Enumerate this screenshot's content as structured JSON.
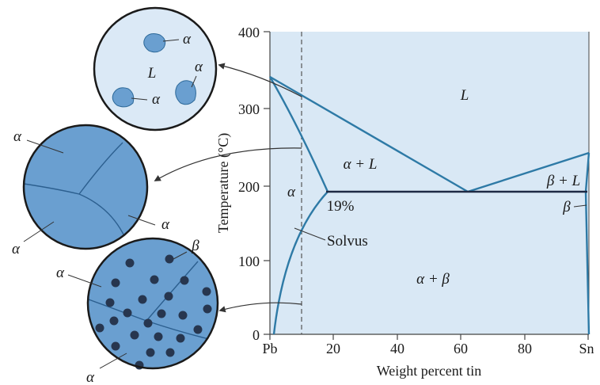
{
  "axes": {
    "x_label": "Weight percent tin",
    "y_label": "Temperature (°C)",
    "x_ticks": [
      "Pb",
      "20",
      "40",
      "60",
      "80",
      "Sn"
    ],
    "y_ticks": [
      "0",
      "100",
      "200",
      "300",
      "400"
    ],
    "x_range": [
      0,
      100
    ],
    "y_range": [
      0,
      400
    ]
  },
  "regions": {
    "liquid": "L",
    "alpha": "α",
    "alpha_plus_liquid": "α + L",
    "beta_plus_liquid": "β + L",
    "beta": "β",
    "alpha_plus_beta": "α + β"
  },
  "annotations": {
    "eutectic_solubility": "19%",
    "solvus": "Solvus"
  },
  "micro_labels": {
    "circle1": [
      "α",
      "L",
      "α",
      "α"
    ],
    "circle2": [
      "α",
      "α",
      "α"
    ],
    "circle3": [
      "β",
      "α",
      "α"
    ]
  },
  "colors": {
    "phase_line": "#2e7aa6",
    "eutectic_line": "#1f2a44",
    "plot_bg": "#d9e8f5",
    "liquid_circle_bg": "#dbe9f6",
    "grain_fill": "#6a9fd0",
    "precipitate": "#27364f"
  }
}
